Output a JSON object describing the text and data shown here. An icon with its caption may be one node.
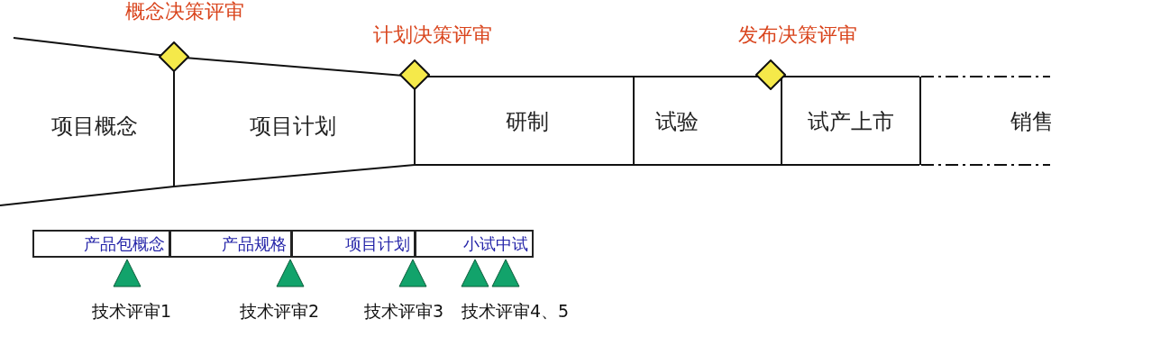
{
  "diagram": {
    "nodes": [
      {
        "text": [
          "概念决策评审"
        ]
      },
      {
        "text": [
          "项目概念"
        ]
      },
      {
        "text": [
          "项目计划"
        ]
      },
      {
        "text": [
          "计划决策评审"
        ]
      },
      {
        "text": [
          "研制"
        ]
      },
      {
        "text": [
          "试验"
        ]
      },
      {
        "text": [
          "发布决策评审"
        ]
      },
      {
        "text": [
          "试产上市"
        ]
      },
      {
        "text": [
          "销售"
        ]
      },
      {
        "text": [
          "产品包概念"
        ]
      },
      {
        "text": [
          "产品规格"
        ]
      },
      {
        "text": [
          "项目计划"
        ]
      },
      {
        "text": [
          "小试中试"
        ]
      },
      {
        "text": [
          "技术评审1"
        ]
      },
      {
        "text": [
          "技术评审2"
        ]
      },
      {
        "text": [
          "技术评审3"
        ]
      },
      {
        "text": [],
        "shape": "triangle"
      },
      {
        "text": [],
        "shape": "triangle"
      }
    ],
    "edges": [],
    "labels": [
      "技术评审4、5"
    ]
  }
}
